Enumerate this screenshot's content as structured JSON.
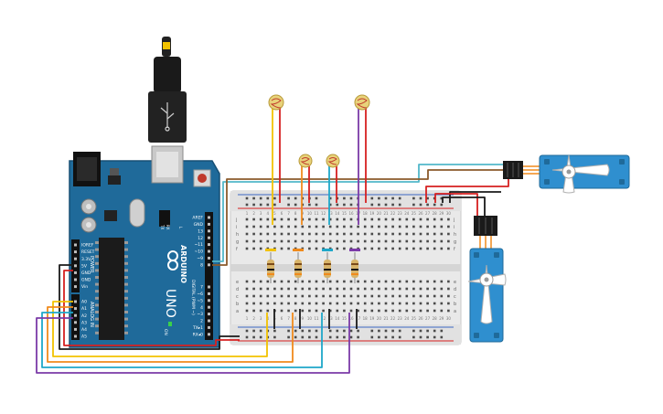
{
  "colors": {
    "arduino_board": "#1f6a9a",
    "breadboard": "#e9e9e9",
    "servo": "#2f8fcf",
    "wire_yellow": "#f2c200",
    "wire_orange": "#f08a1c",
    "wire_cyan": "#1ea7c9",
    "wire_purple": "#7b3aa8",
    "wire_red": "#d62020",
    "wire_black": "#1a1a1a",
    "wire_teal": "#52b7c9",
    "wire_brown": "#8b5a2b"
  },
  "arduino": {
    "brand": "ARDUINO",
    "model": "UNO",
    "icon": "infinity-logo-icon",
    "label_on": "ON",
    "label_tx": "TX",
    "label_rx": "RX",
    "label_l": "L",
    "label_digital": "DIGITAL (PWM ~)",
    "label_analog": "ANALOG IN",
    "label_power": "POWER",
    "power_pins": [
      "IOREF",
      "RESET",
      "3.3V",
      "5V",
      "GND",
      "GND",
      "Vin"
    ],
    "analog_pins": [
      "A0",
      "A1",
      "A2",
      "A3",
      "A4",
      "A5"
    ],
    "digital_top": [
      "AREF",
      "GND",
      "13",
      "12",
      "~11",
      "~10",
      "~9",
      "8"
    ],
    "digital_bottom": [
      "7",
      "~6",
      "~5",
      "4",
      "~3",
      "2",
      "TX▸1",
      "RX◂0"
    ]
  },
  "breadboard": {
    "row_letters_top": [
      "j",
      "i",
      "h",
      "g",
      "f"
    ],
    "row_letters_bottom": [
      "e",
      "d",
      "c",
      "b",
      "a"
    ],
    "column_numbers": [
      "1",
      "2",
      "3",
      "4",
      "5",
      "6",
      "7",
      "8",
      "9",
      "10",
      "11",
      "12",
      "13",
      "14",
      "15",
      "16",
      "17",
      "18",
      "19",
      "20",
      "21",
      "22",
      "23",
      "24",
      "25",
      "26",
      "27",
      "28",
      "29",
      "30"
    ]
  },
  "photoresistors": 4,
  "resistors": 4,
  "servos": 2
}
